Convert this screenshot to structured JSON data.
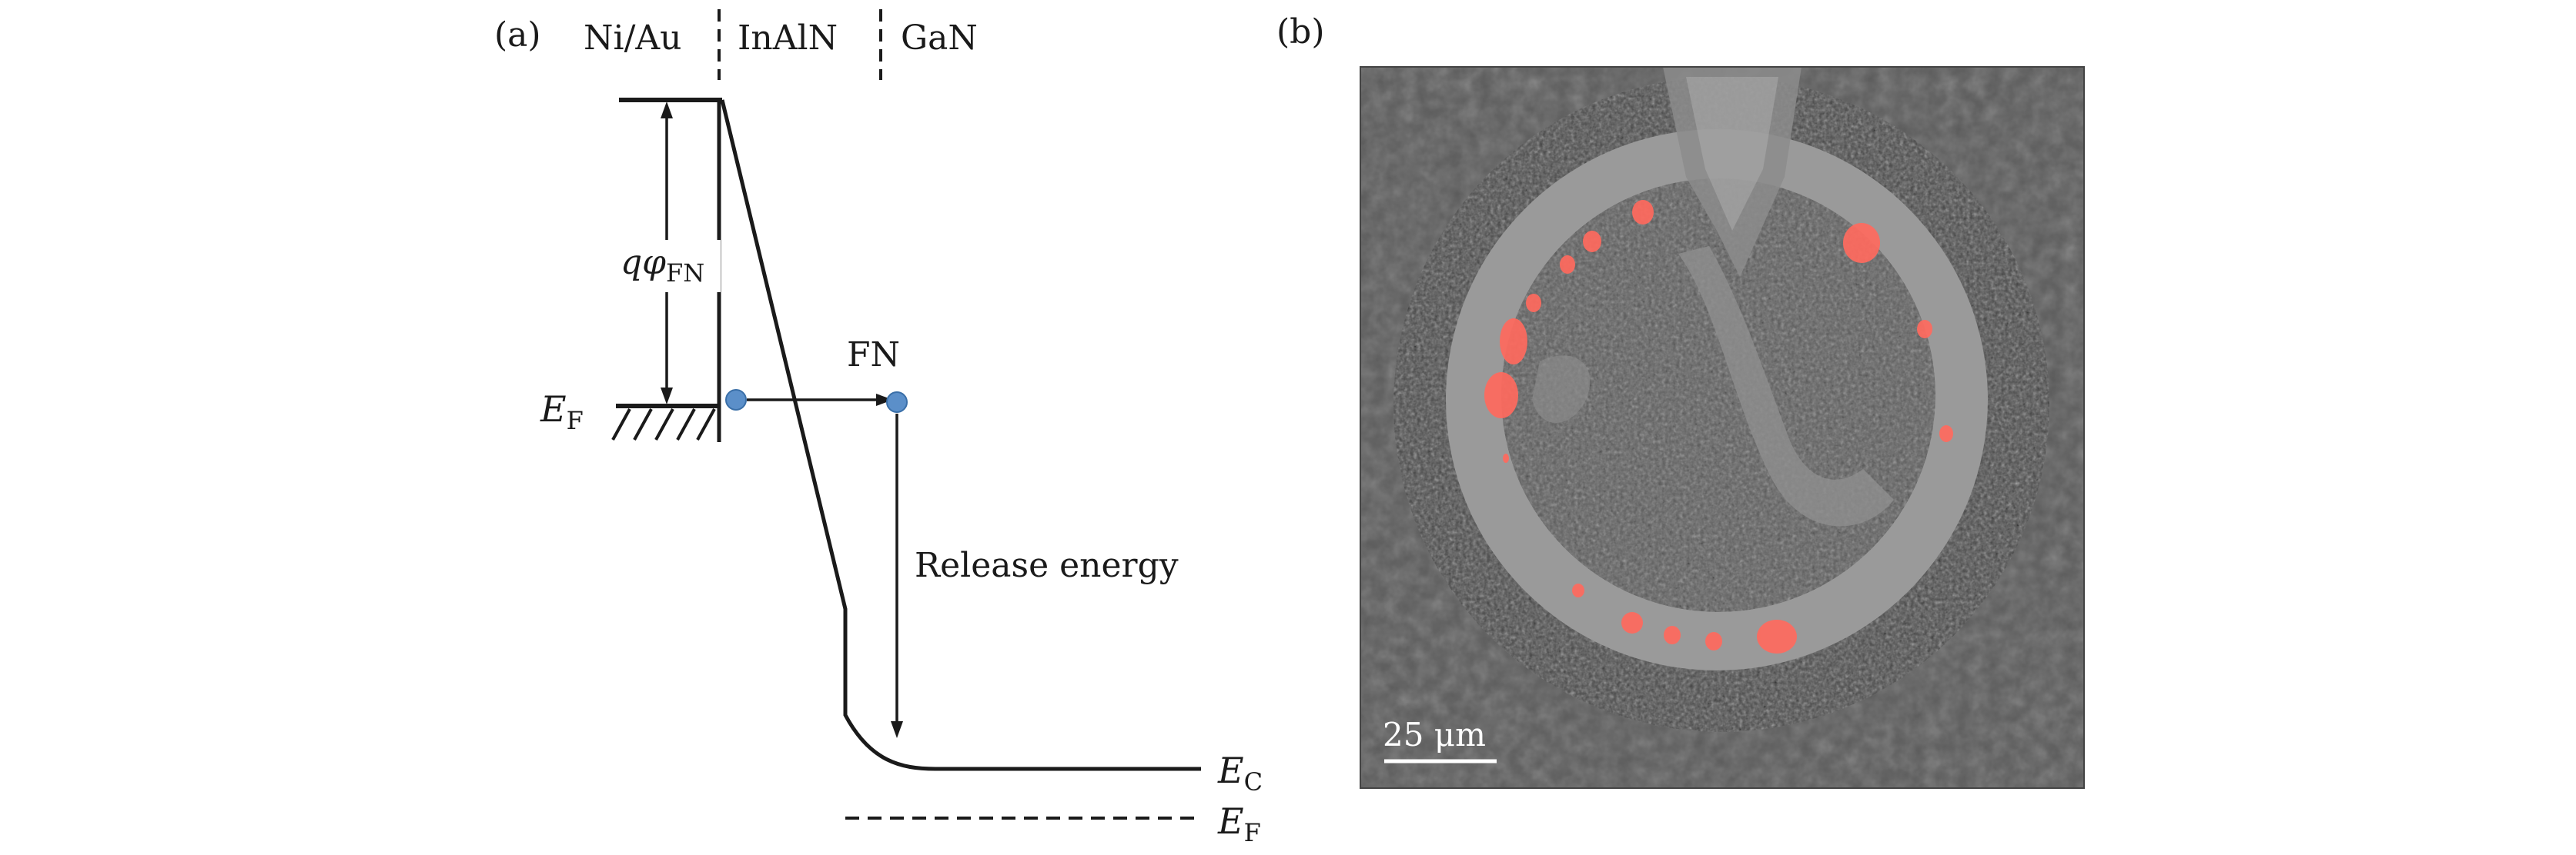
{
  "panel_a": {
    "label": "(a)",
    "layers": [
      "Ni/Au",
      "InAlN",
      "GaN"
    ],
    "barrier_symbol": "qφ",
    "barrier_subscript": "FN",
    "metal_level_symbol": "E",
    "metal_level_subscript": "F",
    "transition_label": "FN",
    "release_label": "Release energy",
    "conduction_symbol": "E",
    "conduction_subscript": "C",
    "fermi_symbol": "E",
    "fermi_subscript": "F",
    "electron_color": "#5b8fc9"
  },
  "panel_b": {
    "label": "(b)",
    "scale_bar_text": "25 μm",
    "hotspot_color": "#ff6a5e"
  }
}
